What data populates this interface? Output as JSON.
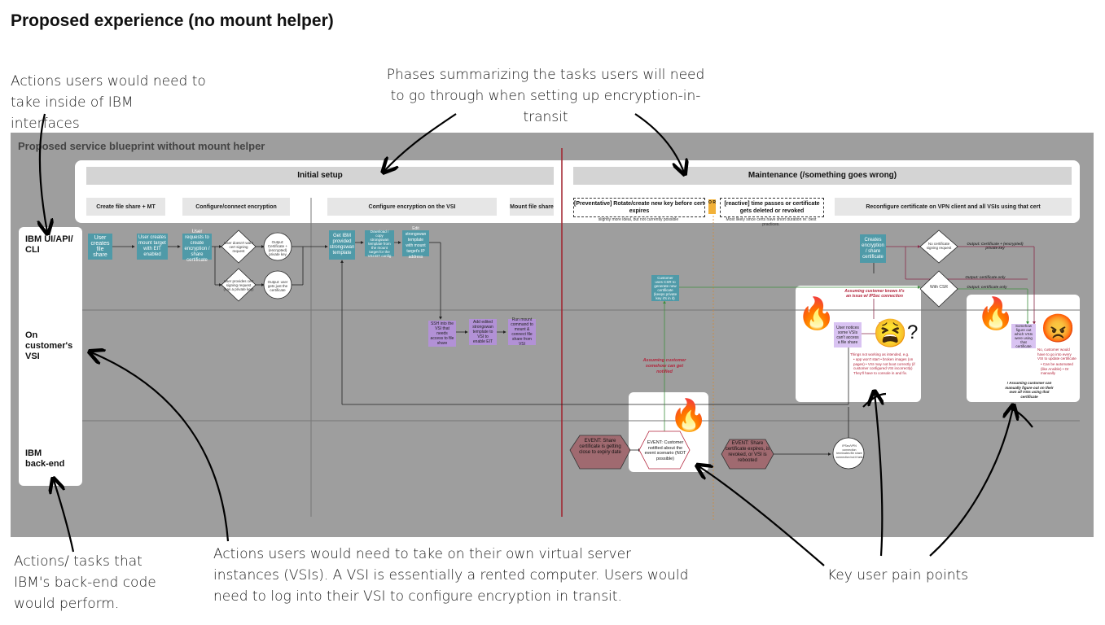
{
  "page_title": "Proposed experience (no mount helper)",
  "canvas_title": "Proposed service blueprint without mount helper",
  "annotations": {
    "ibm_interfaces": "Actions users would need to take inside of IBM interfaces",
    "phases": "Phases summarizing the tasks users will need to go through when setting up encryption-in-transit",
    "backend": "Actions/ tasks that IBM's back-end code would perform.",
    "vsi": "Actions users would need to take on their own virtual server instances (VSIs). A VSI is essentially a rented computer. Users would need to log into their VSI to configure encryption in transit.",
    "pain_points": "Key user pain points"
  },
  "lanes": {
    "ibm_ui": "IBM UI/API/ CLI",
    "vsi": "On customer's VSI",
    "backend": "IBM back-end"
  },
  "phases": {
    "initial": "Initial setup",
    "maintenance": "Maintenance (/something goes wrong)"
  },
  "subphases": {
    "create_share": "Create file share + MT",
    "configure_encryption": "Configure/connect encryption",
    "configure_vsi": "Configure encryption on the VSI",
    "mount": "Mount file share",
    "preventative": "[Preventative] Rotate/create new key before cert expires",
    "preventative_note": "slightly more ideal, but not currently possible",
    "or_label": "O R",
    "reactive": "[reactive] time passes or certificate gets deleted or revoked",
    "reactive_note": "Most likely since certs have short duration re: best practices.",
    "reconfigure": "Reconfigure certificate on VPN client and all VSIs using that cert"
  },
  "nodes": {
    "user_creates_share": "User creates file share",
    "user_creates_mt": "User creates mount target with EIT enabled",
    "user_requests_cert": "User requests to create encryption / share certificate",
    "dia_no_csr": "User doesn't want cert signing request",
    "out_cert_key": "Output: Certificate + (encrypted) private key",
    "dia_csr": "User provides cert signing request (has a private key)",
    "out_user_cert": "Output: user gets just the certificate",
    "get_template": "Get IBM provided strongswan template",
    "download_template": "Download / copy strongswan template from the mount target for the VSI EIT config",
    "edit_template": "Edit strongswan template with mount target's IP address",
    "ssh_vsi": "SSH into the VSI that needs access to file share",
    "add_template": "Add edited strongswan template to VSI to enable EIT",
    "run_mount": "Run mount command to mount & connect file share from VSI",
    "customer_csr": "Customer uses CSR to generate new certificate (keeps private key it's in it)",
    "creates_cert": "Creates encryption / share certificate",
    "dia_no_csr2": "No certificate signing request",
    "out_cert_key2": "Output: Certificate + (encrypted) private key",
    "out_cert_only": "Output: certificate only",
    "with_csr": "With CSR",
    "out_cert_only2": "Output: certificate only",
    "assume_ipsec": "Assuming customer knows it's an issue w/ IPSec connection",
    "user_notices": "User notices some VSIs can't access a file share",
    "things_not_working": "Things not working as intended, e.g.",
    "things_list": "• app won't start • broken images (on pages) • VSI may not boot correctly (if customer configured VSI incorrectly) They'll have to console in and fix.",
    "assume_notified": "Assuming customer somehow can get notified",
    "somehow_figure": "Somehow figure out which VSIs were using that certificate",
    "no_auto": "No, customer would have to go into every VSI to update certificate",
    "no_auto_list": "• Can be automated (like Ansible) • Or manually",
    "assume_manual": "! Assuming customer can manually figure out on their own all VSIs using that certificate",
    "event_expiry": "EVENT: Share certificate is getting close to expiry date",
    "event_notified": "EVENT: Customer notified about the event scenario (NOT possible)",
    "event_expires": "EVENT: Share certificate expires, is revoked, or VSI is rebooted",
    "ipsec_broken": "IPSec/VPN connection terminates file share connection but it fails"
  },
  "emojis": {
    "fire": "🔥",
    "tired": "😫",
    "question": "?",
    "angry": "😡"
  },
  "colors": {
    "canvas": "#9e9e9e",
    "teal": "#4f9aa8",
    "purple": "#b291d6",
    "lavender": "#d9c3f2",
    "event": "#a06a70",
    "divider_red": "#a0202c",
    "green_line": "#3f8f3f",
    "maroon_line": "#8a2a4a"
  }
}
